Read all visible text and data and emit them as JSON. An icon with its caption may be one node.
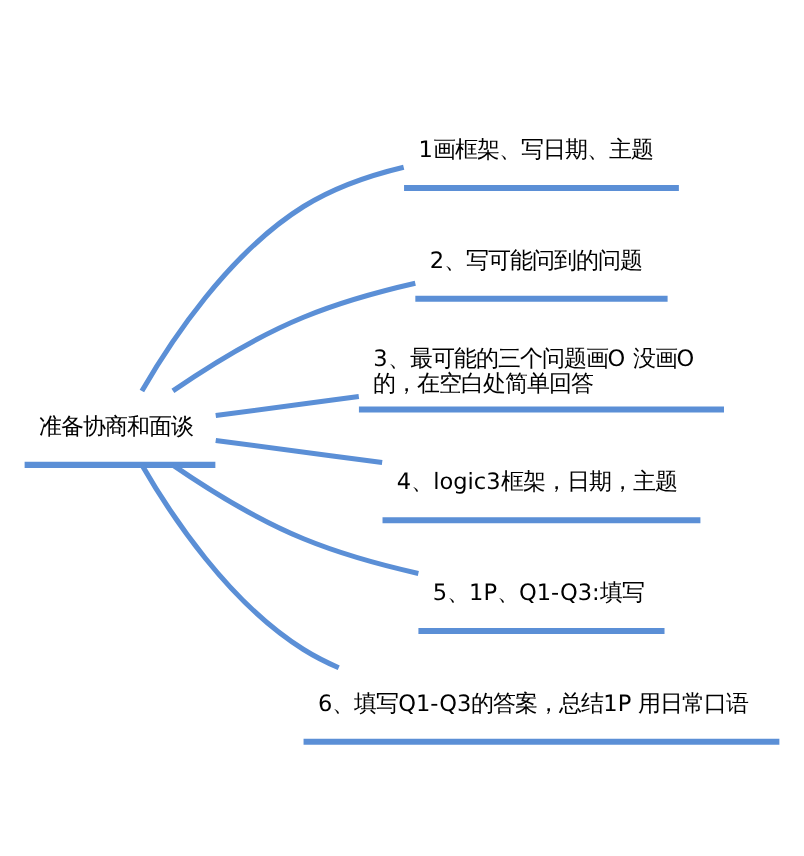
{
  "diagram": {
    "nodes": [
      {
        "text": [
          "准备协商和面谈"
        ]
      },
      {
        "text": [
          "1画框架、写日期、主题"
        ]
      },
      {
        "text": [
          "2、写可能问到的问题"
        ]
      },
      {
        "text": [
          "3、最可能的三个问题画O 没画O的，在空白处简单回答"
        ]
      },
      {
        "text": [
          "4、logic3框架，日期，主题"
        ]
      },
      {
        "text": [
          "5、1P、Q1-Q3:填写"
        ]
      },
      {
        "text": [
          "6、填写Q1-Q3的答案，总结1P 用日常口语"
        ]
      }
    ],
    "edges": [
      {
        "from": 0,
        "to": 1,
        "arrow": "none"
      },
      {
        "from": 0,
        "to": 2,
        "arrow": "none"
      },
      {
        "from": 0,
        "to": 3,
        "arrow": "none"
      },
      {
        "from": 0,
        "to": 4,
        "arrow": "none"
      },
      {
        "from": 0,
        "to": 5,
        "arrow": "none"
      },
      {
        "from": 0,
        "to": 6,
        "arrow": "none"
      }
    ]
  }
}
